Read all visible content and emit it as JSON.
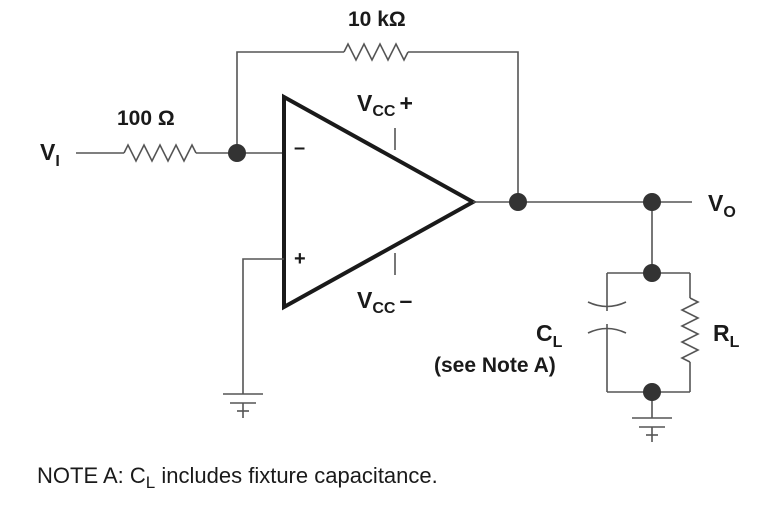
{
  "diagram": {
    "labels": {
      "feedback_resistor": "10 kΩ",
      "input_resistor": "100 Ω",
      "input_voltage_main": "V",
      "input_voltage_sub": "I",
      "output_voltage_main": "V",
      "output_voltage_sub": "O",
      "vcc_plus_main": "V",
      "vcc_plus_sub": "CC",
      "vcc_plus_sign": "+",
      "vcc_minus_main": "V",
      "vcc_minus_sub": "CC",
      "vcc_minus_sign": "–",
      "inverting_input": "–",
      "noninverting_input": "+",
      "load_cap_main": "C",
      "load_cap_sub": "L",
      "load_cap_note": "(see Note A)",
      "load_res_main": "R",
      "load_res_sub": "L"
    },
    "note": {
      "prefix": "NOTE A:   C",
      "sub": "L",
      "suffix": " includes fixture capacitance."
    }
  }
}
